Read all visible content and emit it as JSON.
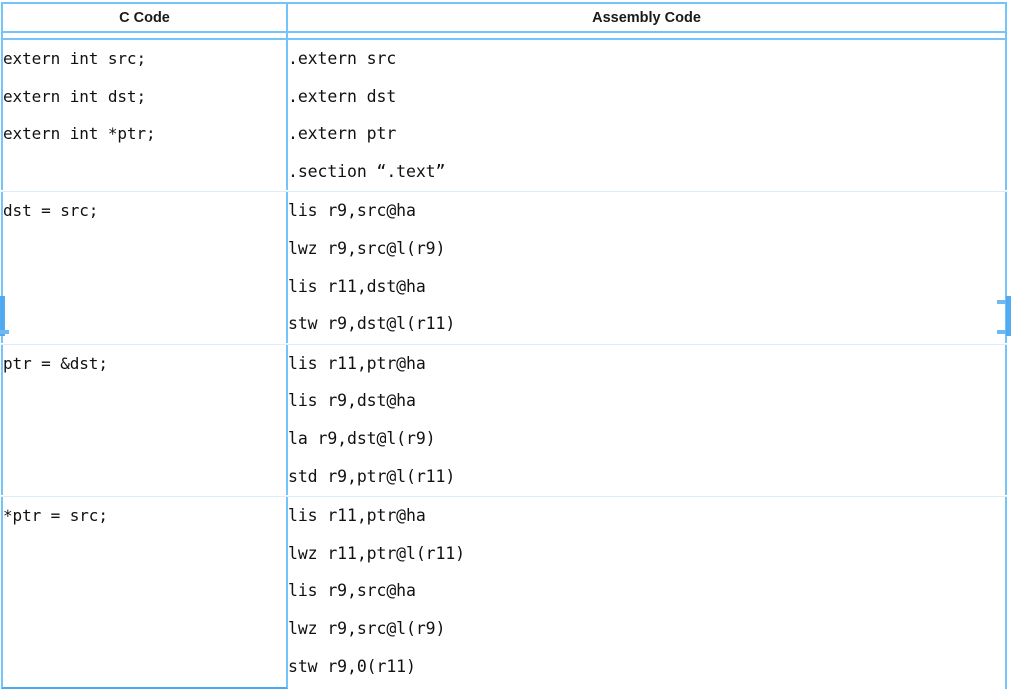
{
  "table": {
    "headers": {
      "c_code": "C Code",
      "assembly_code": "Assembly Code"
    },
    "border_color": "#72c4fa",
    "rows": [
      {
        "c_lines": [
          "extern int src;",
          "extern int dst;",
          "extern int *ptr;"
        ],
        "asm_lines": [
          ".extern src",
          ".extern dst",
          ".extern ptr",
          ".section “.text”"
        ]
      },
      {
        "c_lines": [
          "dst = src;"
        ],
        "asm_lines": [
          "lis r9,src@ha",
          "lwz r9,src@l(r9)",
          "lis r11,dst@ha",
          "stw r9,dst@l(r11)"
        ]
      },
      {
        "c_lines": [
          "ptr = &dst;"
        ],
        "asm_lines": [
          "lis r11,ptr@ha",
          "lis r9,dst@ha",
          "la r9,dst@l(r9)",
          "std r9,ptr@l(r11)"
        ]
      },
      {
        "c_lines": [
          "*ptr = src;"
        ],
        "asm_lines": [
          "lis r11,ptr@ha",
          "lwz r11,ptr@l(r11)",
          "lis r9,src@ha",
          "lwz r9,src@l(r9)",
          "stw r9,0(r11)"
        ]
      }
    ]
  }
}
